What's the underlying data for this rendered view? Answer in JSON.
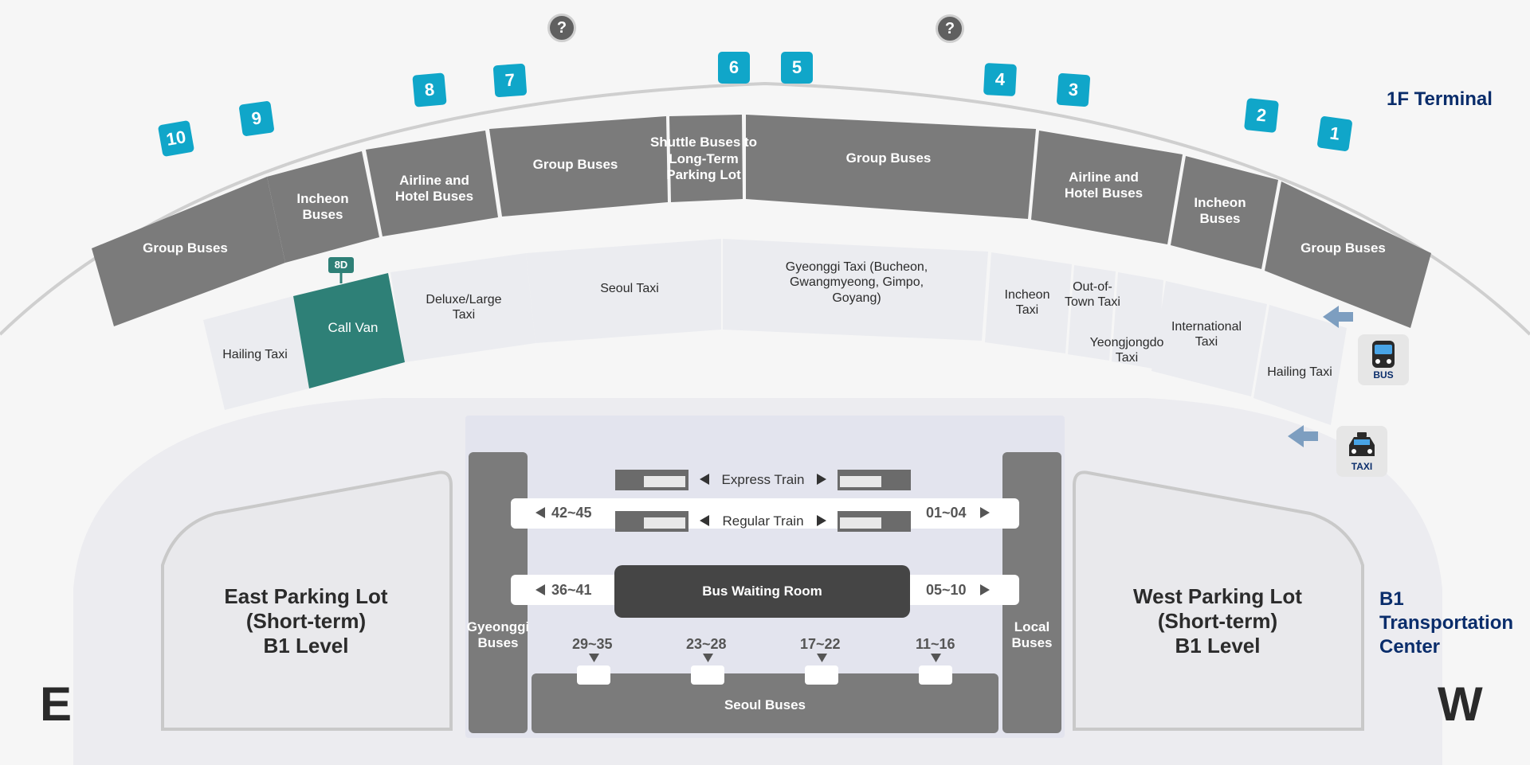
{
  "terminal_label": "1F Terminal",
  "center_label": [
    "B1",
    "Transportation",
    "Center"
  ],
  "compass": {
    "east": "E",
    "west": "W"
  },
  "gates": [
    "1",
    "2",
    "3",
    "4",
    "5",
    "6",
    "7",
    "8",
    "9",
    "10"
  ],
  "bus_zones": {
    "group_east": "Group Buses",
    "incheon_east": "Incheon Buses",
    "airline_east": "Airline and Hotel Buses",
    "group_mid_east": "Group Buses",
    "shuttle": "Shuttle Buses to Long-Term Parking Lot",
    "group_mid_west": "Group Buses",
    "airline_west": "Airline and Hotel Buses",
    "incheon_west": "Incheon Buses",
    "group_west": "Group Buses"
  },
  "taxi_zones": {
    "hailing_east": "Hailing Taxi",
    "call_van": "Call Van",
    "call_van_tag": "8D",
    "deluxe": "Deluxe/Large Taxi",
    "seoul": "Seoul Taxi",
    "gyeonggi": "Gyeonggi Taxi (Bucheon, Gwangmyeong, Gimpo, Goyang)",
    "incheon": "Incheon Taxi",
    "out_of_town": "Out-of-Town Taxi",
    "yeongjongdo": "Yeongjongdo Taxi",
    "international": "International Taxi",
    "hailing_west": "Hailing Taxi"
  },
  "legend": {
    "bus": "BUS",
    "taxi": "TAXI"
  },
  "b1": {
    "east_parking": [
      "East Parking Lot",
      "(Short-term)",
      "B1 Level"
    ],
    "west_parking": [
      "West Parking Lot",
      "(Short-term)",
      "B1 Level"
    ],
    "express_train": "Express Train",
    "regular_train": "Regular Train",
    "bus_waiting_room": "Bus Waiting Room",
    "gyeonggi_buses": "Gyeonggi Buses",
    "local_buses": "Local Buses",
    "seoul_buses": "Seoul Buses",
    "ranges": {
      "r42_45": "42~45",
      "r01_04": "01~04",
      "r36_41": "36~41",
      "r05_10": "05~10",
      "r29_35": "29~35",
      "r23_28": "23~28",
      "r17_22": "17~22",
      "r11_16": "11~16"
    }
  },
  "colors": {
    "bus_zone": "#7b7b7b",
    "taxi_zone": "#ebecf0",
    "call_van": "#2e8077",
    "gate_badge": "#10a6c9",
    "dark": "#0a2d6b"
  }
}
